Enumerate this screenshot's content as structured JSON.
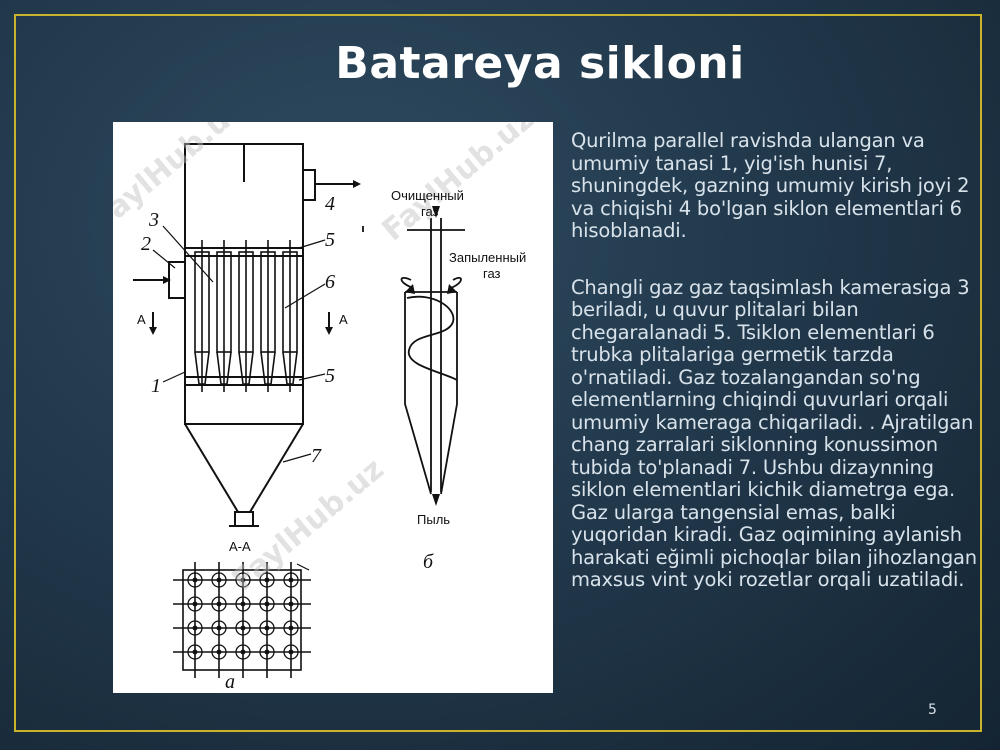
{
  "slide": {
    "title": "Batareya sikloni",
    "page_number": "5",
    "paragraphs": [
      "Qurilma parallel ravishda ulangan va umumiy tanasi 1, yig'ish hunisi 7, shuningdek, gazning umumiy kirish joyi 2 va chiqishi 4 bo'lgan siklon elementlari 6 hisoblanadi.",
      "Changli gaz gaz taqsimlash kamerasiga 3 beriladi, u quvur plitalari bilan chegaralanadi 5. Tsiklon elementlari 6 trubka plitalariga germetik tarzda o'rnatiladi. Gaz tozalangandan so'ng elementlarning chiqindi quvurlari orqali umumiy kameraga chiqariladi. . Ajratilgan chang zarralari siklonning konussimon tubida to'planadi 7. Ushbu dizaynning siklon elementlari kichik diametrga ega. Gaz ularga tangensial emas, balki yuqoridan kiradi. Gaz oqimining aylanish harakati eğimli pichoqlar bilan jihozlangan maxsus vint yoki rozetlar orqali uzatiladi."
    ]
  },
  "figure": {
    "labels": {
      "n1": "1",
      "n2": "2",
      "n3": "3",
      "n4": "4",
      "n5a": "5",
      "n5b": "5",
      "n6": "6",
      "n7": "7",
      "sec_a_left": "А",
      "sec_a_right": "А",
      "section": "А-А",
      "sub_a": "а",
      "sub_b": "б",
      "clean_gas_1": "Очищенный",
      "clean_gas_2": "газ",
      "dusty_gas_1": "Запыленный",
      "dusty_gas_2": "газ",
      "dust": "Пыль"
    },
    "watermark": "FaylHub.uz"
  }
}
